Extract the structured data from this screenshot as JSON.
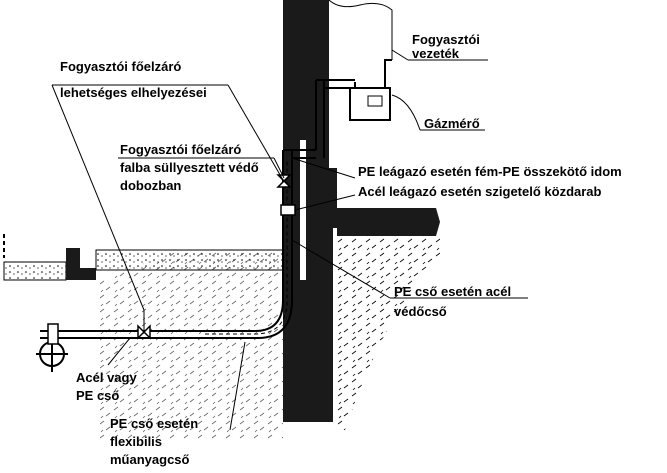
{
  "labels": {
    "consumer_pipe_line1": "Fogyasztói",
    "consumer_pipe_line2": "vezeték",
    "main_shutoff_locations_line1": "Fogyasztói főelzáró",
    "main_shutoff_locations_line2": "lehetséges elhelyezései",
    "gas_meter": "Gázmérő",
    "main_shutoff_box_line1": "Fogyasztói főelzáró",
    "main_shutoff_box_line2": "falba süllyesztett védő",
    "main_shutoff_box_line3": "dobozban",
    "pe_fitting": "PE leágazó esetén fém-PE összekötő idom",
    "steel_fitting": "Acél leágazó esetén szigetelő közdarab",
    "pe_steel_sleeve_line1": "PE cső esetén acél",
    "pe_steel_sleeve_line2": "védőcső",
    "steel_or_pe_line1": "Acél vagy",
    "steel_or_pe_line2": "PE cső",
    "pe_flexible_line1": "PE cső esetén",
    "pe_flexible_line2": "flexibilis",
    "pe_flexible_line3": "műanyagcső"
  },
  "colors": {
    "wall": "#1a1a1a",
    "line": "#000000",
    "background": "#ffffff"
  }
}
